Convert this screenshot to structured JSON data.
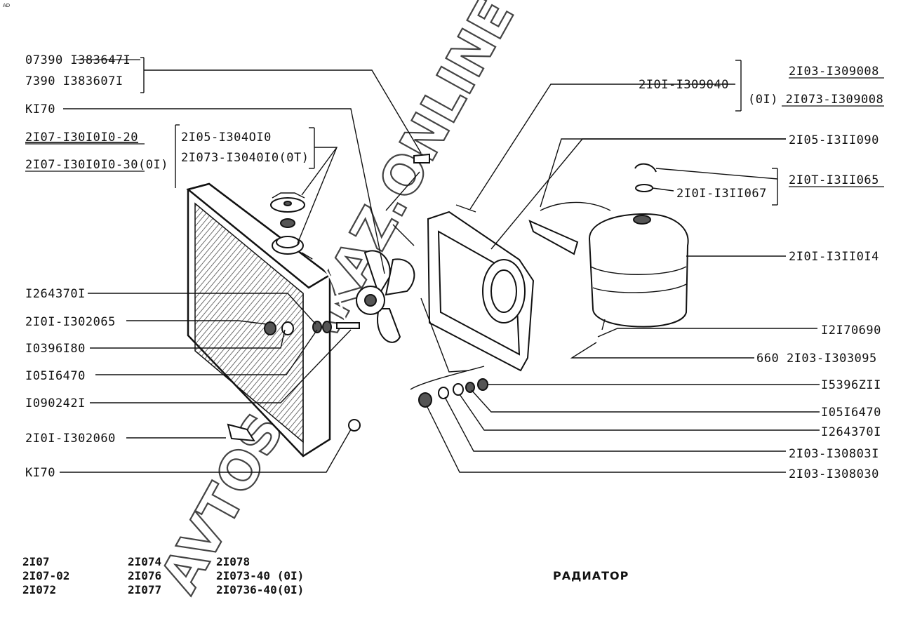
{
  "corner_mark": "AD",
  "title": "РАДИАТОР",
  "watermark": "AVTOSKZAKAZ.ONLINE",
  "labels_left": [
    {
      "id": "l1a",
      "text": "07390 I383647I",
      "strike": true
    },
    {
      "id": "l1b",
      "text": "7390  I383607I"
    },
    {
      "id": "l2",
      "text": "KI70"
    },
    {
      "id": "l3a",
      "text": "2I07-I30I0I0-20",
      "underline": true
    },
    {
      "id": "l3b",
      "text": "2I07-I30I0I0-30",
      "underline": true,
      "suffix": "(0I)"
    },
    {
      "id": "l4a",
      "text": "2I05-I304OI0"
    },
    {
      "id": "l4b",
      "text": "2I073-I3040I0(0T)"
    },
    {
      "id": "l5",
      "text": "I264370I"
    },
    {
      "id": "l6",
      "text": "2I0I-I302065"
    },
    {
      "id": "l7",
      "text": "I0396I80"
    },
    {
      "id": "l8",
      "text": "I05I6470"
    },
    {
      "id": "l9",
      "text": "I090242I"
    },
    {
      "id": "l10",
      "text": "2I0I-I302060"
    },
    {
      "id": "l11",
      "text": "KI70"
    }
  ],
  "labels_right": [
    {
      "id": "r1",
      "text": "2I03-I309008",
      "underline": true
    },
    {
      "id": "r2",
      "text": "2I0I-I309040"
    },
    {
      "id": "r3",
      "text": "(0I) 2I073-I309008",
      "underline": true
    },
    {
      "id": "r4",
      "text": "2I05-I3II090"
    },
    {
      "id": "r5",
      "text": "2I0T-I3II065",
      "underline": true
    },
    {
      "id": "r6",
      "text": "2I0I-I3II067"
    },
    {
      "id": "r7",
      "text": "2I0I-I3II0I4"
    },
    {
      "id": "r8",
      "text": "I2I70690"
    },
    {
      "id": "r9",
      "text": "660  2I03-I303095"
    },
    {
      "id": "r10",
      "text": "I5396ZII"
    },
    {
      "id": "r11",
      "text": "I05I6470"
    },
    {
      "id": "r12",
      "text": "I264370I"
    },
    {
      "id": "r13",
      "text": "2I03-I30803I"
    },
    {
      "id": "r14",
      "text": "2I03-I308030"
    }
  ],
  "models": {
    "col1": [
      "2I07",
      "2I07-02",
      "2I072"
    ],
    "col2": [
      "2I074",
      "2I076",
      "2I077"
    ],
    "col3": [
      "2I078",
      "2I073-40 (0I)",
      "2I0736-40(0I)"
    ]
  }
}
